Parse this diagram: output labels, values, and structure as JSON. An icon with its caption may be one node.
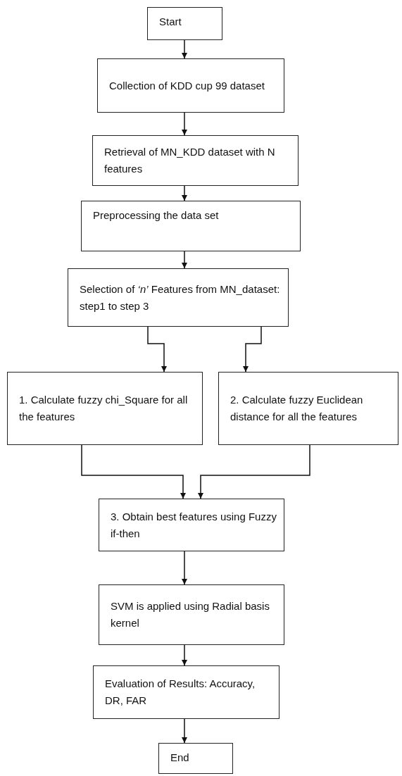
{
  "diagram": {
    "nodes": [
      {
        "text": [
          "Start"
        ]
      },
      {
        "text": [
          "Collection of KDD cup 99 dataset"
        ]
      },
      {
        "text": [
          "Retrieval of MN_KDD dataset with N features"
        ]
      },
      {
        "text": [
          "Preprocessing the data set"
        ]
      },
      {
        "text": [
          "Selection of *‘n’* Features from MN_dataset: step1 to step 3"
        ]
      },
      {
        "text": [
          "1. Calculate fuzzy chi_Square for all the features"
        ]
      },
      {
        "text": [
          "2. Calculate fuzzy Euclidean distance for all the features"
        ]
      },
      {
        "text": [
          "3. Obtain best features using Fuzzy if-then"
        ]
      },
      {
        "text": [
          "SVM is applied using Radial basis kernel"
        ]
      },
      {
        "text": [
          "Evaluation of Results: Accuracy, DR, FAR"
        ]
      },
      {
        "text": [
          "End"
        ]
      }
    ],
    "edges": [
      {
        "from": 0,
        "to": 1,
        "arrow": "to"
      },
      {
        "from": 1,
        "to": 2,
        "arrow": "to"
      },
      {
        "from": 2,
        "to": 3,
        "arrow": "to"
      },
      {
        "from": 3,
        "to": 4,
        "arrow": "to"
      },
      {
        "from": 4,
        "to": 5,
        "arrow": "to"
      },
      {
        "from": 4,
        "to": 6,
        "arrow": "to"
      },
      {
        "from": 5,
        "to": 7,
        "arrow": "to"
      },
      {
        "from": 6,
        "to": 7,
        "arrow": "to"
      },
      {
        "from": 7,
        "to": 8,
        "arrow": "to"
      },
      {
        "from": 8,
        "to": 9,
        "arrow": "to"
      },
      {
        "from": 9,
        "to": 10,
        "arrow": "to"
      }
    ]
  }
}
